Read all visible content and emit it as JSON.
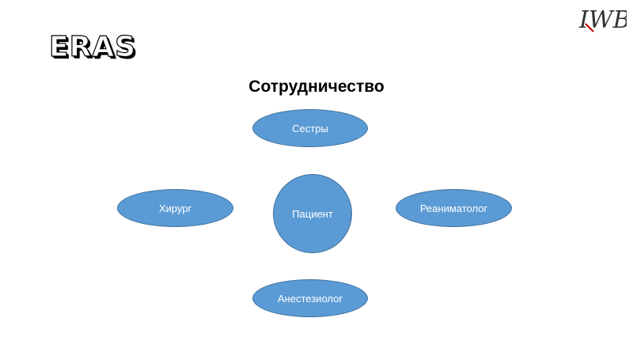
{
  "logo": {
    "text": "IWB"
  },
  "heading": "ERAS",
  "title": "Сотрудничество",
  "nodes": {
    "top": "Сестры",
    "left": "Хирург",
    "right": "Реаниматолог",
    "bottom": "Анестезиолог",
    "center": "Пациент"
  },
  "colors": {
    "node_fill": "#5b9bd5",
    "node_border": "#41719c",
    "logo_accent": "#c00000"
  }
}
